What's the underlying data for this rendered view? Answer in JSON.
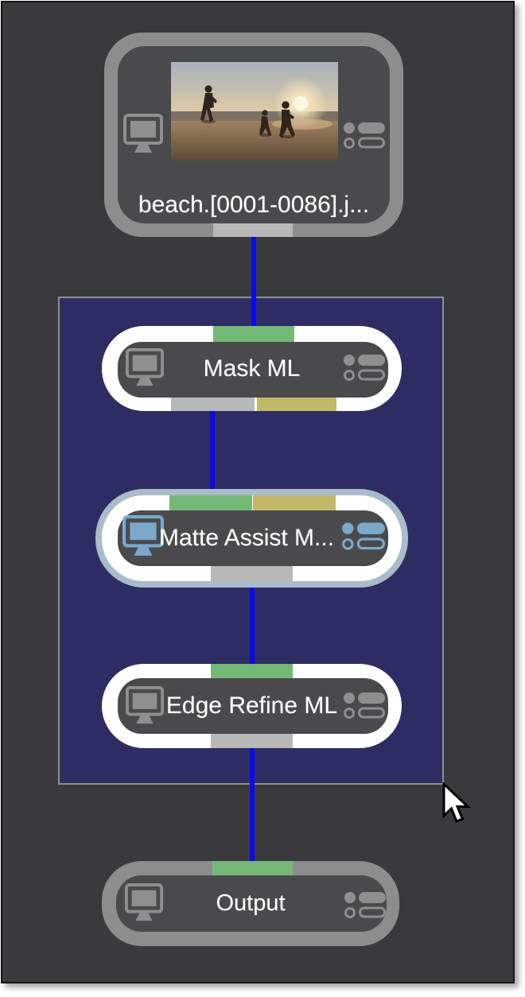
{
  "view": {
    "name": "node-tree-graph",
    "background": "#3a3a3c",
    "selection_marquee": {
      "fill": "#2e2d63",
      "border": "#8f8f8f",
      "contains": [
        "Mask ML",
        "Matte Assist M...",
        "Edge Refine ML"
      ]
    }
  },
  "colors": {
    "connection_wire": "#0b09ef",
    "node_border_gray": "#8d8d8d",
    "node_border_white": "#ffffff",
    "node_body": "#4a4a4c",
    "selected_ring": "#a9bcc9",
    "port_input_green": "#74b878",
    "port_obey_olive": "#c1b86a",
    "port_output_gray": "#b8b8b8",
    "icon_gray": "#8f8f8f",
    "icon_active_blue": "#7ba9cc",
    "label_text": "#ffffff"
  },
  "nodes": [
    {
      "label": "beach.[0001-0086].j...",
      "kind": "source-clip",
      "thumbnail": "beach-sunset-family-running",
      "selected": false,
      "viewed": false,
      "input_ports": [],
      "output_ports": [
        "gray"
      ]
    },
    {
      "label": "Mask ML",
      "kind": "ml-node",
      "selected": false,
      "viewed": false,
      "input_ports": [
        "green"
      ],
      "output_ports": [
        "gray",
        "olive"
      ]
    },
    {
      "label": "Matte Assist M...",
      "kind": "ml-node",
      "selected": true,
      "viewed": true,
      "input_ports": [
        "green",
        "olive"
      ],
      "output_ports": [
        "gray"
      ]
    },
    {
      "label": "Edge Refine ML",
      "kind": "ml-node",
      "selected": false,
      "viewed": false,
      "input_ports": [
        "green"
      ],
      "output_ports": [
        "gray"
      ]
    },
    {
      "label": "Output",
      "kind": "output-node",
      "selected": false,
      "viewed": false,
      "input_ports": [
        "green"
      ],
      "output_ports": []
    }
  ],
  "connections": [
    {
      "from": "beach.[0001-0086].j...",
      "to": "Mask ML"
    },
    {
      "from": "Mask ML",
      "to": "Matte Assist M..."
    },
    {
      "from": "Matte Assist M...",
      "to": "Edge Refine ML"
    },
    {
      "from": "Edge Refine ML",
      "to": "Output"
    }
  ],
  "cursor": {
    "type": "arrow-pointer"
  }
}
